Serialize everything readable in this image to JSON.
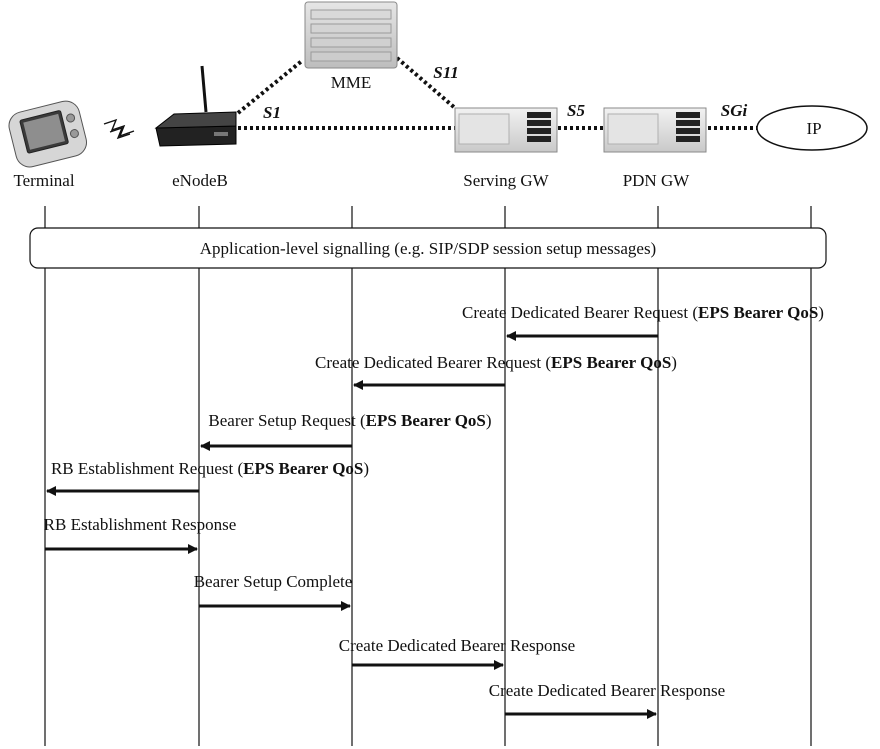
{
  "nodes": {
    "mme": "MME",
    "terminal": "Terminal",
    "enodeb": "eNodeB",
    "serving_gw": "Serving GW",
    "pdn_gw": "PDN GW",
    "ip": "IP"
  },
  "interfaces": {
    "s1": "S1",
    "s11": "S11",
    "s5": "S5",
    "sgi": "SGi"
  },
  "app_signalling": "Application-level signalling (e.g. SIP/SDP session setup messages)",
  "messages": [
    {
      "pre": "Create Dedicated Bearer Request (",
      "bold": "EPS Bearer QoS",
      "post": ")"
    },
    {
      "pre": "Create Dedicated Bearer Request (",
      "bold": "EPS Bearer QoS",
      "post": ")"
    },
    {
      "pre": "Bearer Setup Request (",
      "bold": "EPS Bearer QoS",
      "post": ")"
    },
    {
      "pre": "RB Establishment Request (",
      "bold": "EPS Bearer QoS",
      "post": ")"
    },
    {
      "pre": "RB Establishment Response",
      "bold": "",
      "post": ""
    },
    {
      "pre": "Bearer Setup Complete",
      "bold": "",
      "post": ""
    },
    {
      "pre": "Create Dedicated Bearer Response",
      "bold": "",
      "post": ""
    },
    {
      "pre": "Create Dedicated Bearer Response",
      "bold": "",
      "post": ""
    }
  ]
}
